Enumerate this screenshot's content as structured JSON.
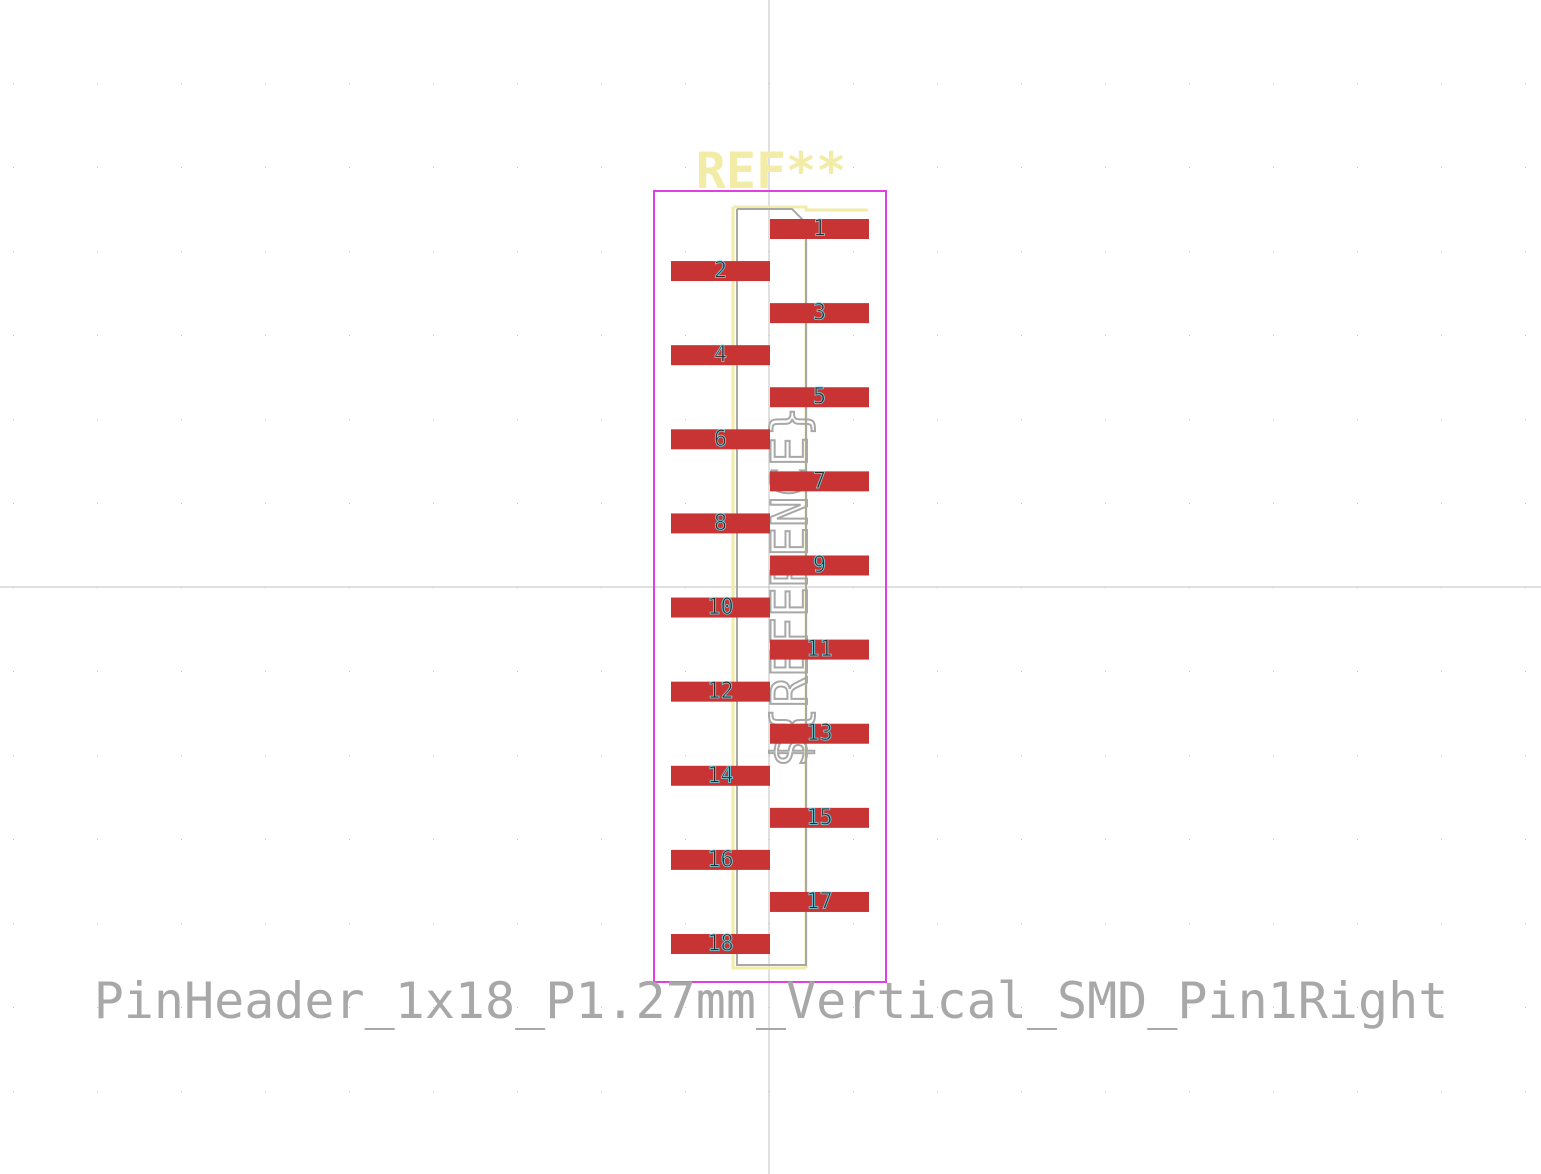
{
  "footprint": {
    "reference": "REF**",
    "fab_reference": "${REFERENCE}",
    "value": "PinHeader_1x18_P1.27mm_Vertical_SMD_Pin1Right",
    "pads": [
      {
        "number": "1",
        "side": "right"
      },
      {
        "number": "2",
        "side": "left"
      },
      {
        "number": "3",
        "side": "right"
      },
      {
        "number": "4",
        "side": "left"
      },
      {
        "number": "5",
        "side": "right"
      },
      {
        "number": "6",
        "side": "left"
      },
      {
        "number": "7",
        "side": "right"
      },
      {
        "number": "8",
        "side": "left"
      },
      {
        "number": "9",
        "side": "right"
      },
      {
        "number": "10",
        "side": "left"
      },
      {
        "number": "11",
        "side": "right"
      },
      {
        "number": "12",
        "side": "left"
      },
      {
        "number": "13",
        "side": "right"
      },
      {
        "number": "14",
        "side": "left"
      },
      {
        "number": "15",
        "side": "right"
      },
      {
        "number": "16",
        "side": "left"
      },
      {
        "number": "17",
        "side": "right"
      },
      {
        "number": "18",
        "side": "left"
      }
    ]
  },
  "colors": {
    "background": "#ffffff",
    "grid_dot": "#c8c8c8",
    "axis": "#c0c0c0",
    "pad": "#c83434",
    "pad_label": "#2a2a2a",
    "pad_label_outline": "#7ad7e6",
    "silkscreen": "#f2eca6",
    "courtyard": "#e040e0",
    "fab": "#a8a8a8",
    "value_text": "#a8a8a8"
  }
}
